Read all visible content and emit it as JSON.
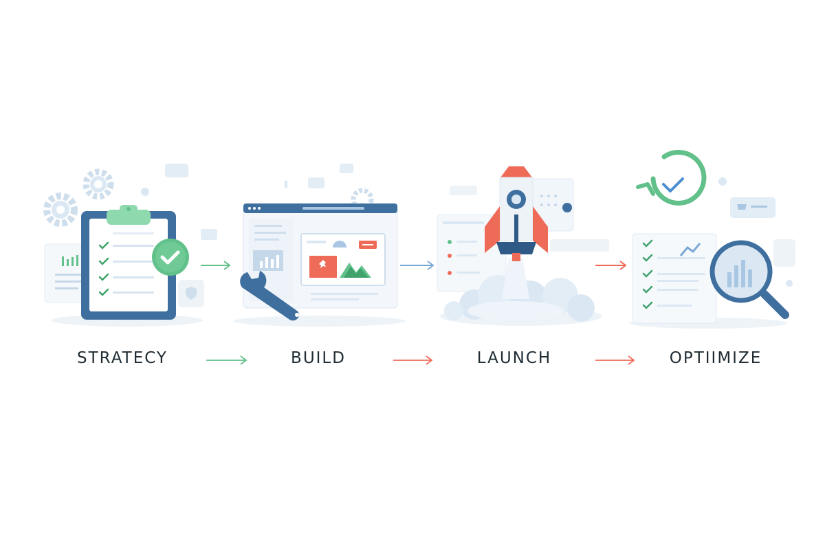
{
  "colors": {
    "navy": "#3f6f9e",
    "navy_dark": "#2f5a86",
    "green": "#62c08a",
    "green_light": "#8fd9ae",
    "coral": "#ee6b58",
    "pale_blue": "#dbe8f4",
    "soft_blue": "#a9c7e3",
    "check_green": "#3fa36b",
    "label_text": "#1f2b33"
  },
  "stages": [
    {
      "id": "strategy",
      "label": "STRATECY",
      "icon": "clipboard-checklist-icon"
    },
    {
      "id": "build",
      "label": "BUILD",
      "icon": "browser-wrench-icon"
    },
    {
      "id": "launch",
      "label": "LAUNCH",
      "icon": "rocket-icon"
    },
    {
      "id": "optimize",
      "label": "OPTIIMIZE",
      "icon": "magnifier-checklist-icon"
    }
  ],
  "connectors": [
    {
      "from": "strategy",
      "to": "build",
      "color": "#62c08a"
    },
    {
      "from": "build",
      "to": "launch",
      "color": "#ee6b58"
    },
    {
      "from": "launch",
      "to": "optimize",
      "color": "#ee6b58"
    }
  ]
}
